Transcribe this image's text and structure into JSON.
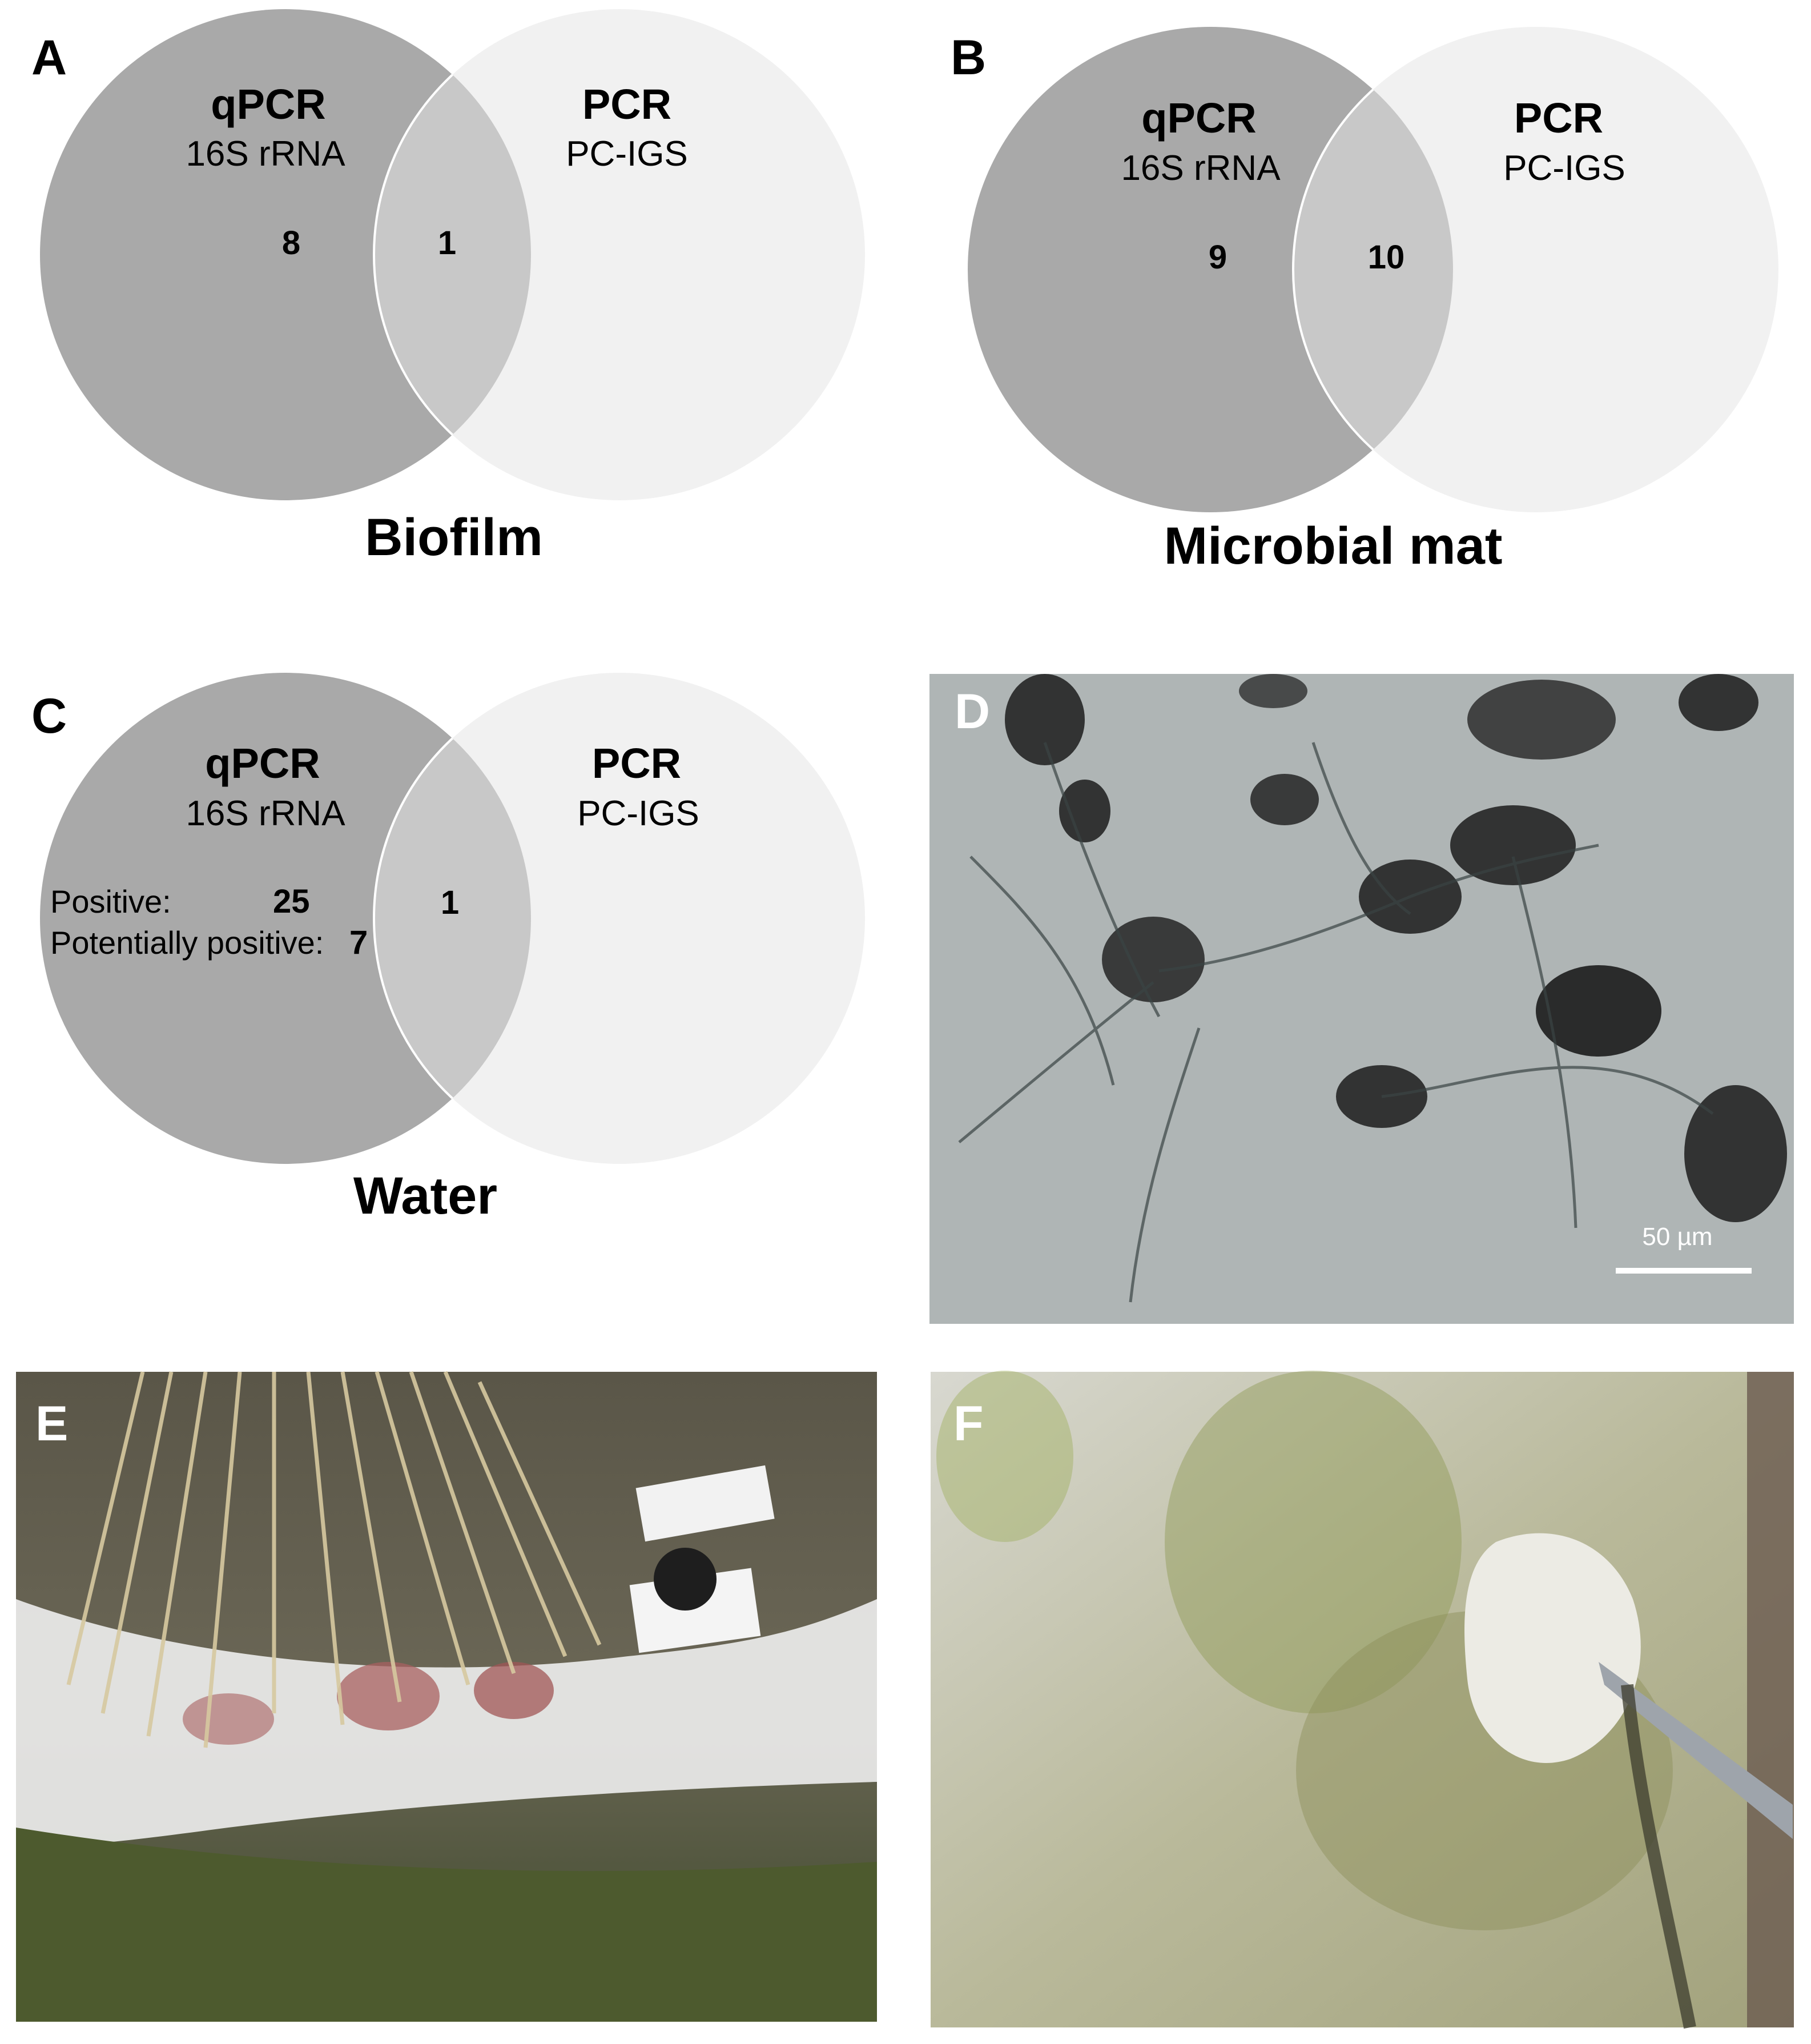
{
  "panels": {
    "A": {
      "letter": "A",
      "left_title": "qPCR",
      "left_sub": "16S rRNA",
      "right_title": "PCR",
      "right_sub": "PC-IGS",
      "left_value": "8",
      "overlap_value": "1",
      "caption": "Biofilm"
    },
    "B": {
      "letter": "B",
      "left_title": "qPCR",
      "left_sub": "16S rRNA",
      "right_title": "PCR",
      "right_sub": "PC-IGS",
      "left_value": "9",
      "overlap_value": "10",
      "caption": "Microbial mat"
    },
    "C": {
      "letter": "C",
      "left_title": "qPCR",
      "left_sub": "16S rRNA",
      "right_title": "PCR",
      "right_sub": "PC-IGS",
      "positive_label": "Positive:",
      "positive_value": "25",
      "potential_label": "Potentially positive:",
      "potential_value": "7",
      "overlap_value": "1",
      "caption": "Water"
    },
    "D": {
      "letter": "D",
      "scale_bar": "50 µm"
    },
    "E": {
      "letter": "E"
    },
    "F": {
      "letter": "F"
    }
  },
  "colors": {
    "left_circle": "#a9a9a9",
    "right_circle": "#f1f1f1",
    "overlap": "#c8c8c8"
  }
}
